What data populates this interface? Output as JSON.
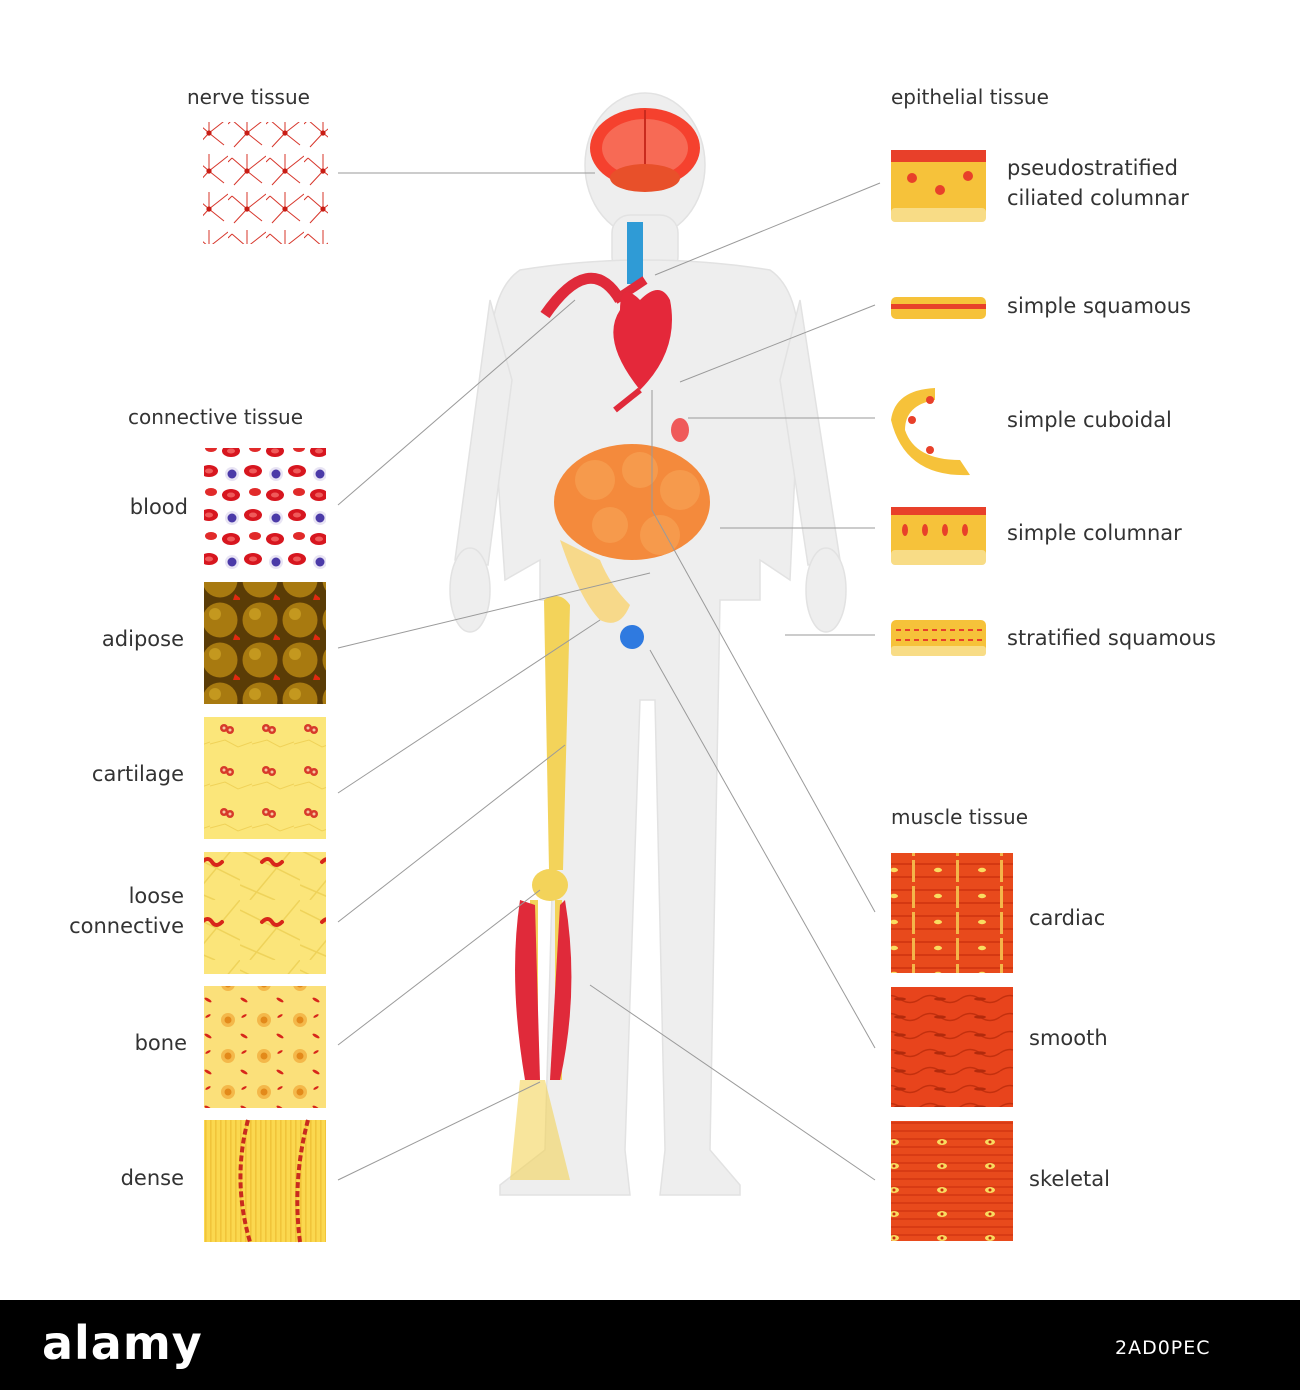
{
  "headings": {
    "nerve": "nerve tissue",
    "epithelial": "epithelial tissue",
    "connective": "connective tissue",
    "muscle": "muscle tissue"
  },
  "epithelial_labels": {
    "pseudostratified_line1": "pseudostratified",
    "pseudostratified_line2": "ciliated columnar",
    "simple_squamous": "simple squamous",
    "simple_cuboidal": "simple cuboidal",
    "simple_columnar": "simple columnar",
    "stratified_squamous": "stratified squamous"
  },
  "connective_labels": {
    "blood": "blood",
    "adipose": "adipose",
    "cartilage": "cartilage",
    "loose_line1": "loose",
    "loose_line2": "connective",
    "bone": "bone",
    "dense": "dense"
  },
  "muscle_labels": {
    "cardiac": "cardiac",
    "smooth": "smooth",
    "skeletal": "skeletal"
  },
  "footer": {
    "brand": "alamy",
    "code": "2AD0PEC"
  },
  "colors": {
    "blood_red": "#d7161f",
    "fat_brown": "#a87a10",
    "cartilage_yellow": "#fbe67a",
    "muscle_red": "#e8401c",
    "bone_yellow": "#f3d35a",
    "cartilage_blue": "#2f9bd6",
    "intestine_orange": "#f48a3c"
  }
}
